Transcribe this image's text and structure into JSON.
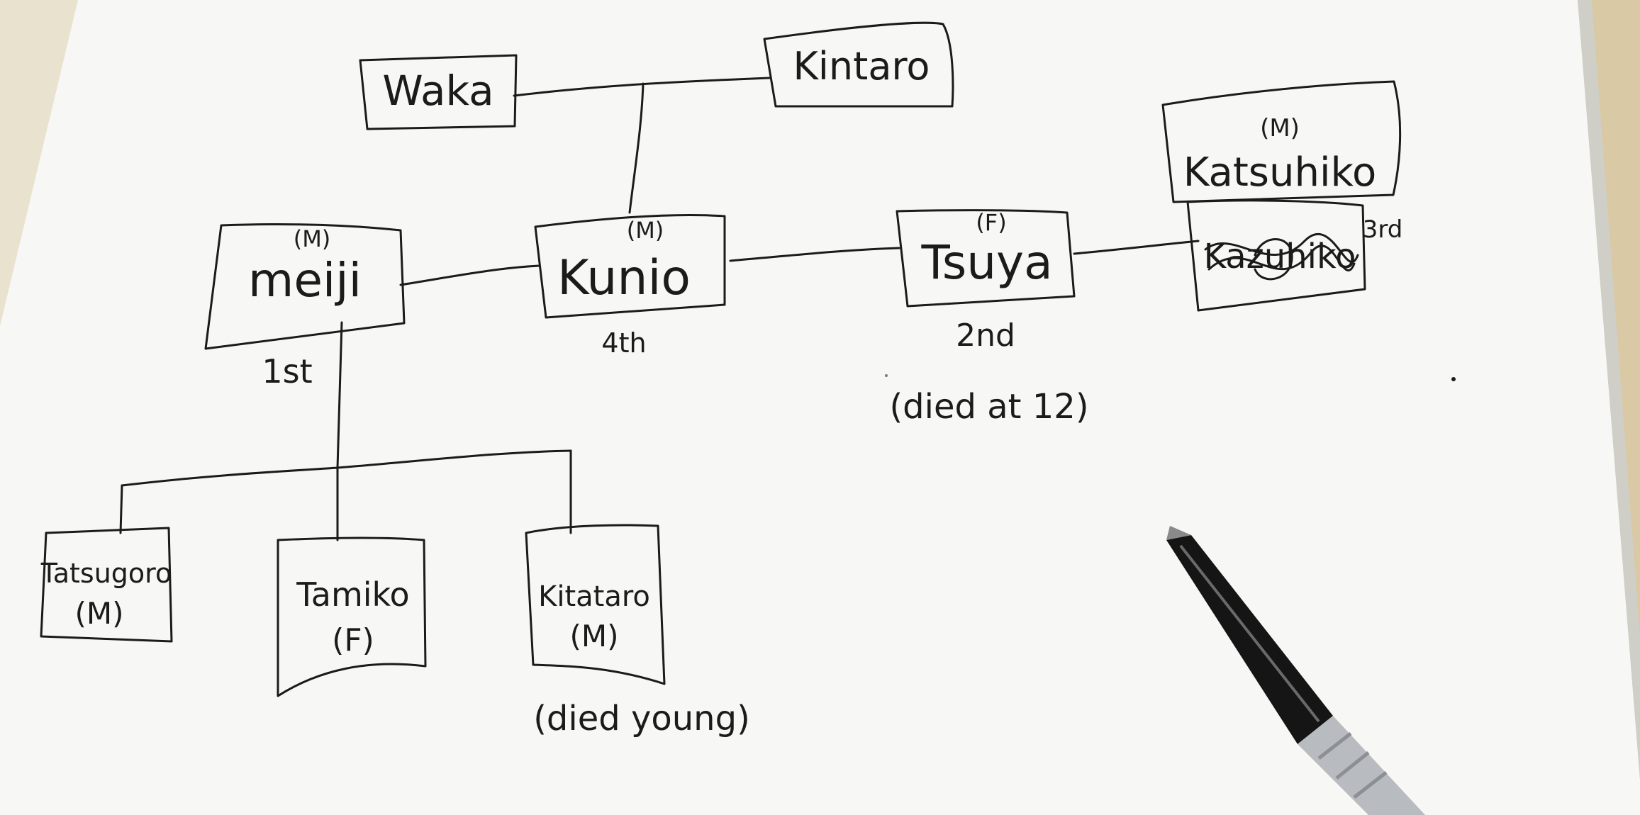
{
  "colors": {
    "paper": "#f7f7f5",
    "ink": "#1b1b1b",
    "desk": "#d9c9a4",
    "pen_body": "#151515",
    "pen_grip": "#b8bcc0"
  },
  "pen_icon": "ballpoint-pen-icon",
  "nodes": [
    {
      "id": "waka",
      "name": "Waka",
      "sex": "",
      "order": "",
      "note": ""
    },
    {
      "id": "kintaro",
      "name": "Kintaro",
      "sex": "",
      "order": "",
      "note": ""
    },
    {
      "id": "katsuhiko",
      "name": "Katsuhiko",
      "sex": "(M)",
      "order": "",
      "note": ""
    },
    {
      "id": "meiji",
      "name": "meiji",
      "sex": "(M)",
      "order": "1st",
      "note": ""
    },
    {
      "id": "kunio",
      "name": "Kunio",
      "sex": "(M)",
      "order": "4th",
      "note": ""
    },
    {
      "id": "tsuya",
      "name": "Tsuya",
      "sex": "(F)",
      "order": "2nd",
      "note": "(died at 12)"
    },
    {
      "id": "crossed",
      "name": "Kazuhiko",
      "sex": "",
      "order": "3rd",
      "note": ""
    },
    {
      "id": "tatsugoro",
      "name": "Tatsugoro",
      "sex": "(M)",
      "order": "",
      "note": ""
    },
    {
      "id": "tamiko",
      "name": "Tamiko",
      "sex": "(F)",
      "order": "",
      "note": ""
    },
    {
      "id": "kitataro",
      "name": "Kitataro",
      "sex": "(M)",
      "order": "",
      "note": "(died young)"
    }
  ]
}
